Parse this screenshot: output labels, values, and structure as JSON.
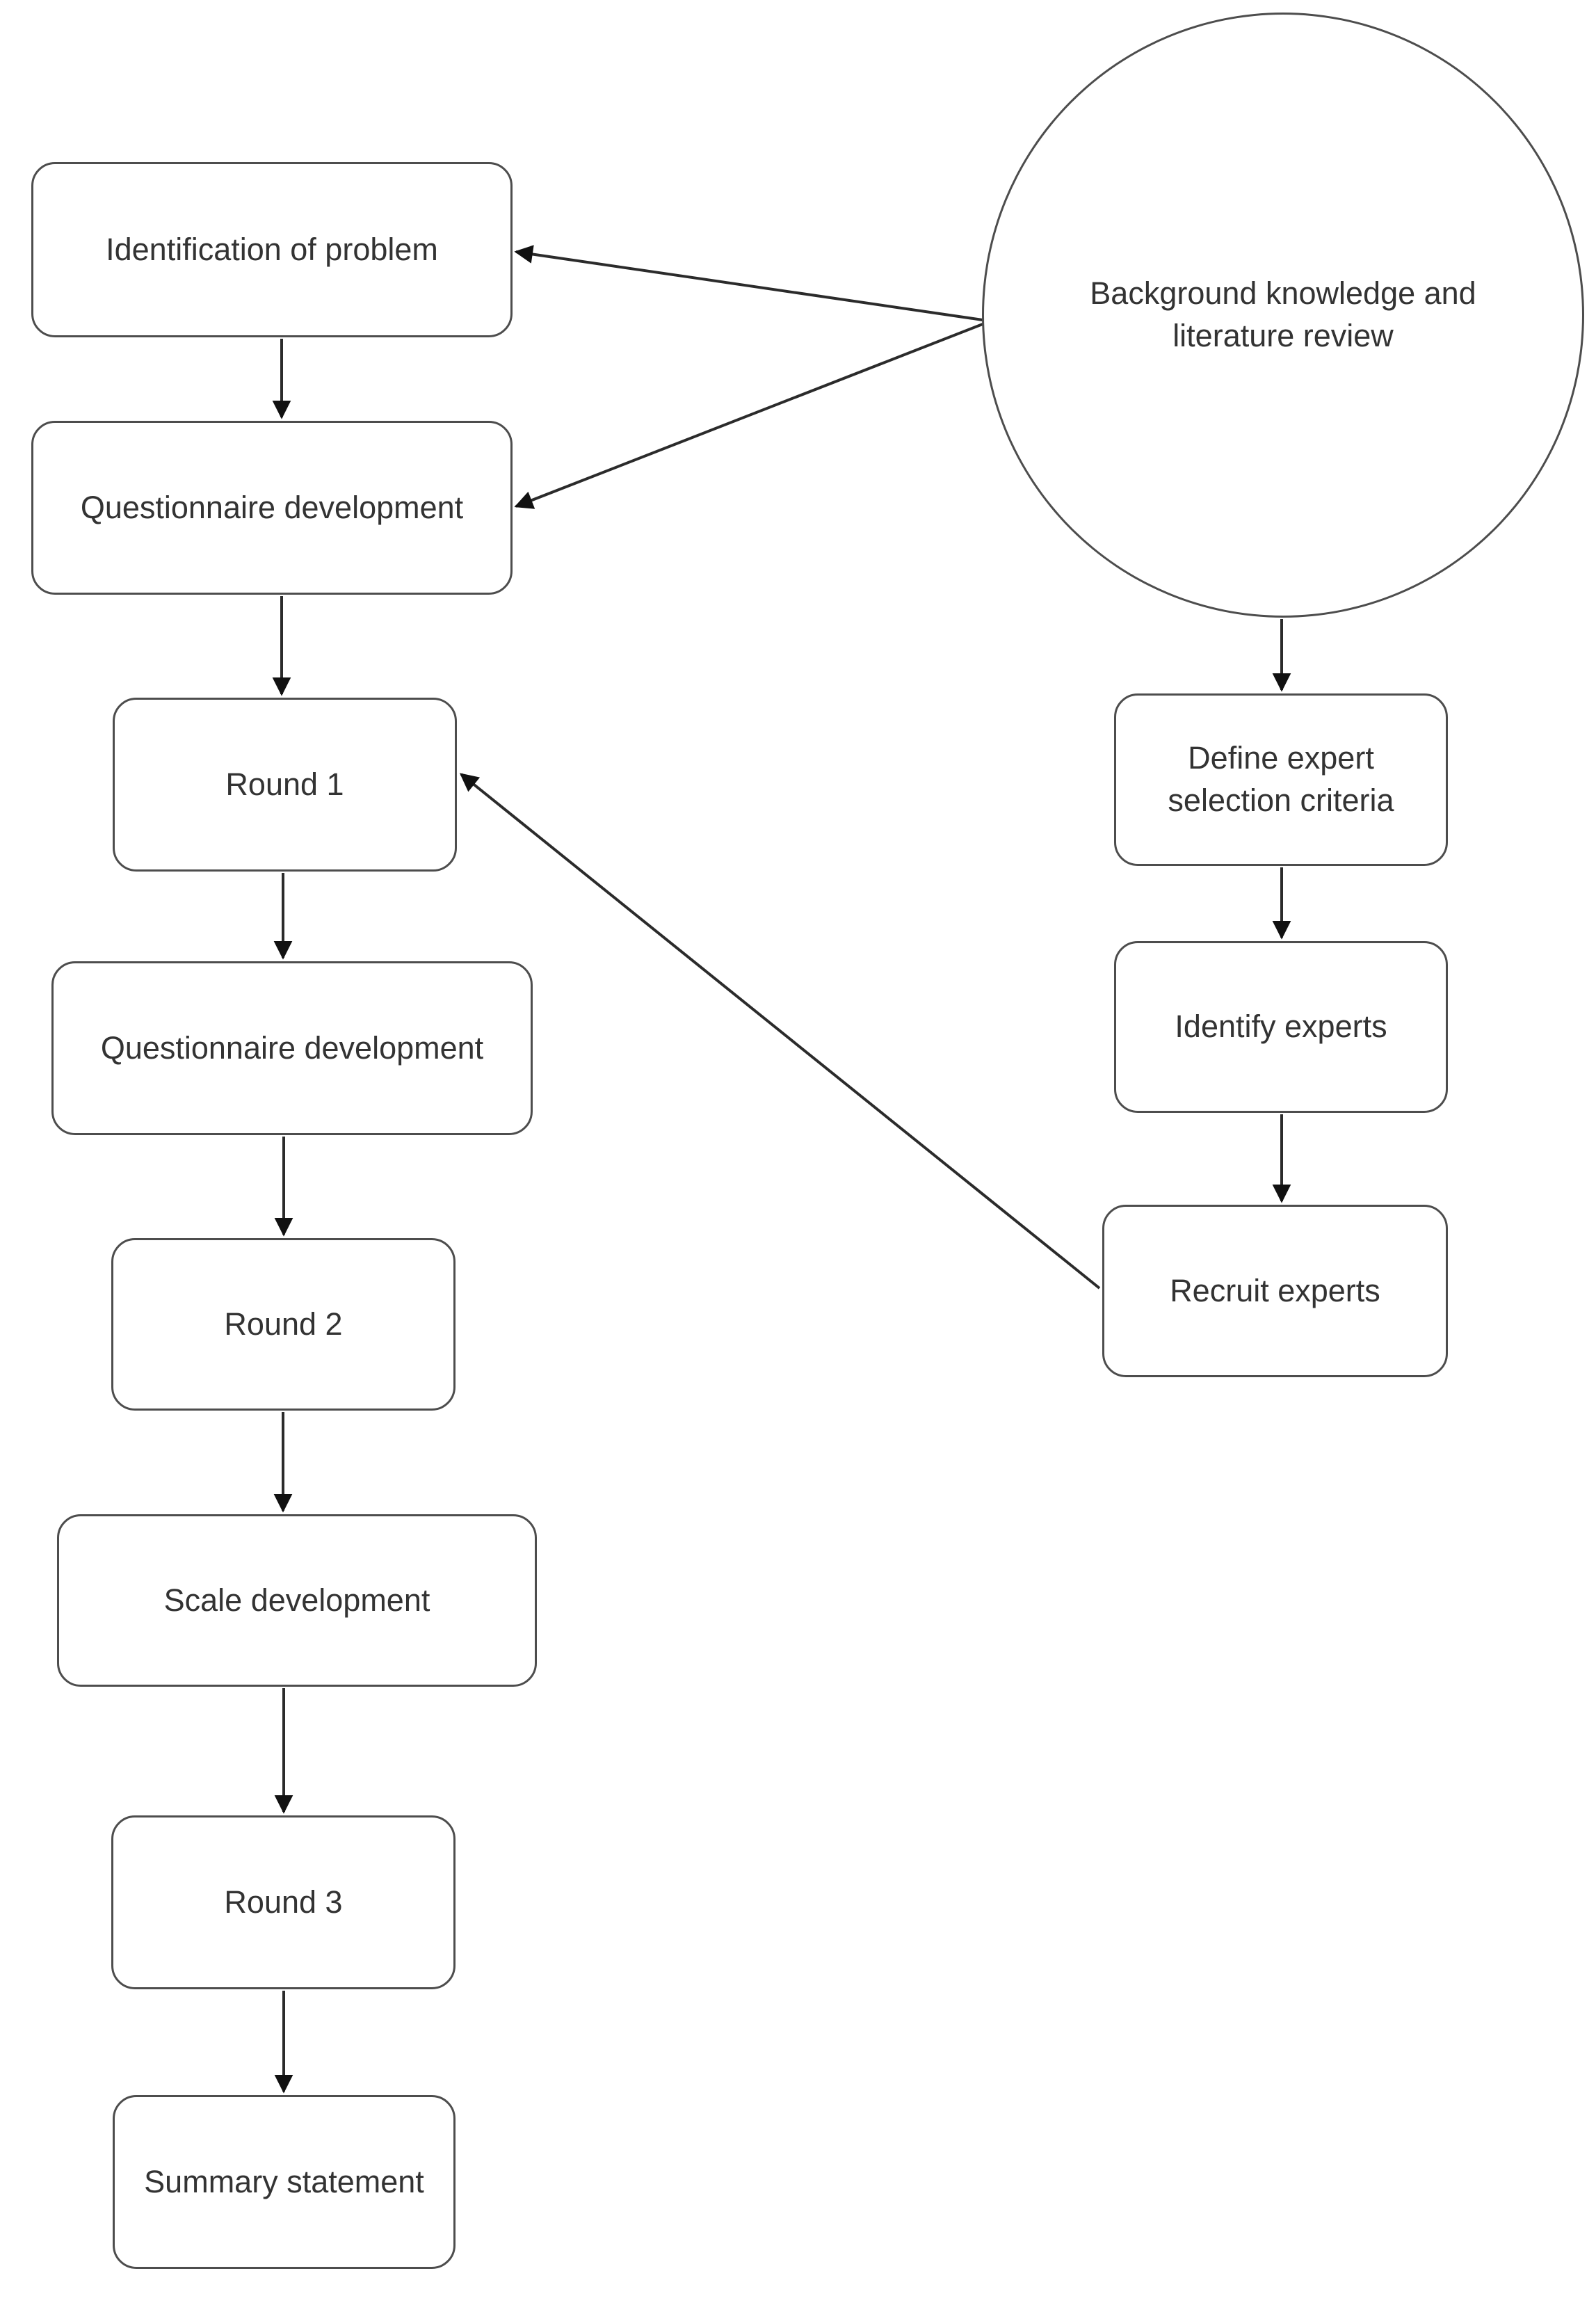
{
  "flowchart": {
    "colors": {
      "background": "#ffffff",
      "node_border": "#4d4d4d",
      "arrow_line": "#2b2b2b",
      "arrow_head": "#111111",
      "text": "#333333"
    },
    "nodes": {
      "identification": {
        "label": "Identification of problem",
        "shape": "rounded-rect"
      },
      "questionnaire_development_1": {
        "label": "Questionnaire development",
        "shape": "rounded-rect"
      },
      "round_1": {
        "label": "Round 1",
        "shape": "rounded-rect"
      },
      "questionnaire_development_2": {
        "label": "Questionnaire development",
        "shape": "rounded-rect"
      },
      "round_2": {
        "label": "Round 2",
        "shape": "rounded-rect"
      },
      "scale_development": {
        "label": "Scale development",
        "shape": "rounded-rect"
      },
      "round_3": {
        "label": "Round 3",
        "shape": "rounded-rect"
      },
      "summary_statement": {
        "label": "Summary statement",
        "shape": "rounded-rect"
      },
      "background_knowledge": {
        "label": "Background knowledge and literature review",
        "shape": "circle"
      },
      "define_expert_selection_criteria": {
        "label": "Define expert selection criteria",
        "shape": "rounded-rect"
      },
      "identify_experts": {
        "label": "Identify experts",
        "shape": "rounded-rect"
      },
      "recruit_experts": {
        "label": "Recruit experts",
        "shape": "rounded-rect"
      }
    },
    "edges": [
      {
        "from": "background_knowledge",
        "to": "identification"
      },
      {
        "from": "background_knowledge",
        "to": "questionnaire_development_1"
      },
      {
        "from": "identification",
        "to": "questionnaire_development_1"
      },
      {
        "from": "questionnaire_development_1",
        "to": "round_1"
      },
      {
        "from": "round_1",
        "to": "questionnaire_development_2"
      },
      {
        "from": "questionnaire_development_2",
        "to": "round_2"
      },
      {
        "from": "round_2",
        "to": "scale_development"
      },
      {
        "from": "scale_development",
        "to": "round_3"
      },
      {
        "from": "round_3",
        "to": "summary_statement"
      },
      {
        "from": "background_knowledge",
        "to": "define_expert_selection_criteria"
      },
      {
        "from": "define_expert_selection_criteria",
        "to": "identify_experts"
      },
      {
        "from": "identify_experts",
        "to": "recruit_experts"
      },
      {
        "from": "recruit_experts",
        "to": "round_1"
      }
    ]
  }
}
